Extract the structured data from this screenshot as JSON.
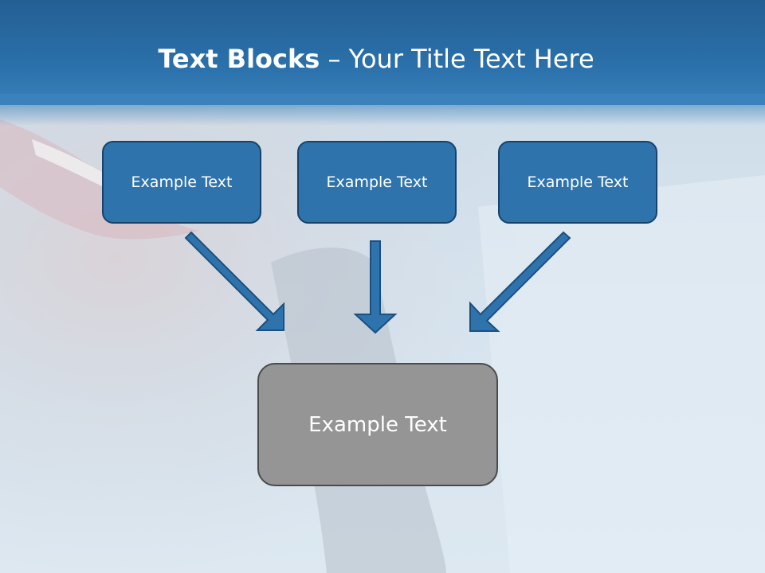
{
  "slide": {
    "title_bold": "Text Blocks",
    "title_dash": "–",
    "title_rest": "Your Title Text Here"
  },
  "blocks": {
    "left": "Example Text",
    "middle": "Example Text",
    "right": "Example Text",
    "bottom": "Example Text"
  },
  "colors": {
    "header_blue": "#2b71ab",
    "block_blue": "#2f73ad",
    "block_border": "#17436a",
    "bottom_gray": "#959595"
  }
}
